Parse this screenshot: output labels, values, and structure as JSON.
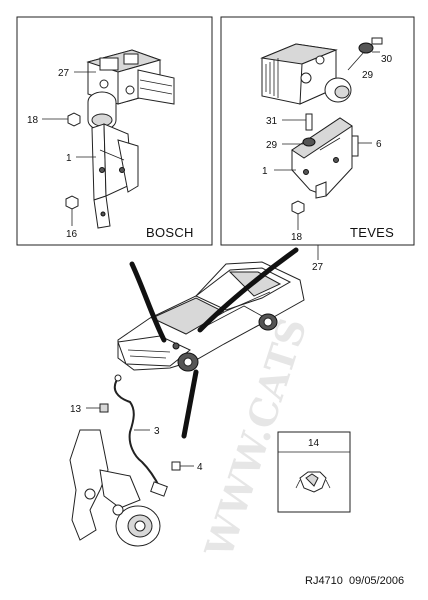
{
  "watermark": "WWW.CATS",
  "panels": {
    "bosch": {
      "brand": "BOSCH"
    },
    "teves": {
      "brand": "TEVES",
      "group_callout": "27"
    },
    "clip_inset": {
      "number": "14"
    }
  },
  "callouts": {
    "bosch_27": "27",
    "bosch_18": "18",
    "bosch_1": "1",
    "bosch_16": "16",
    "teves_30": "30",
    "teves_29_top": "29",
    "teves_31": "31",
    "teves_29": "29",
    "teves_6": "6",
    "teves_1": "1",
    "teves_18": "18",
    "sensor_13": "13",
    "sensor_3": "3",
    "sensor_4": "4"
  },
  "reference": "RJ4710  09/05/2006"
}
